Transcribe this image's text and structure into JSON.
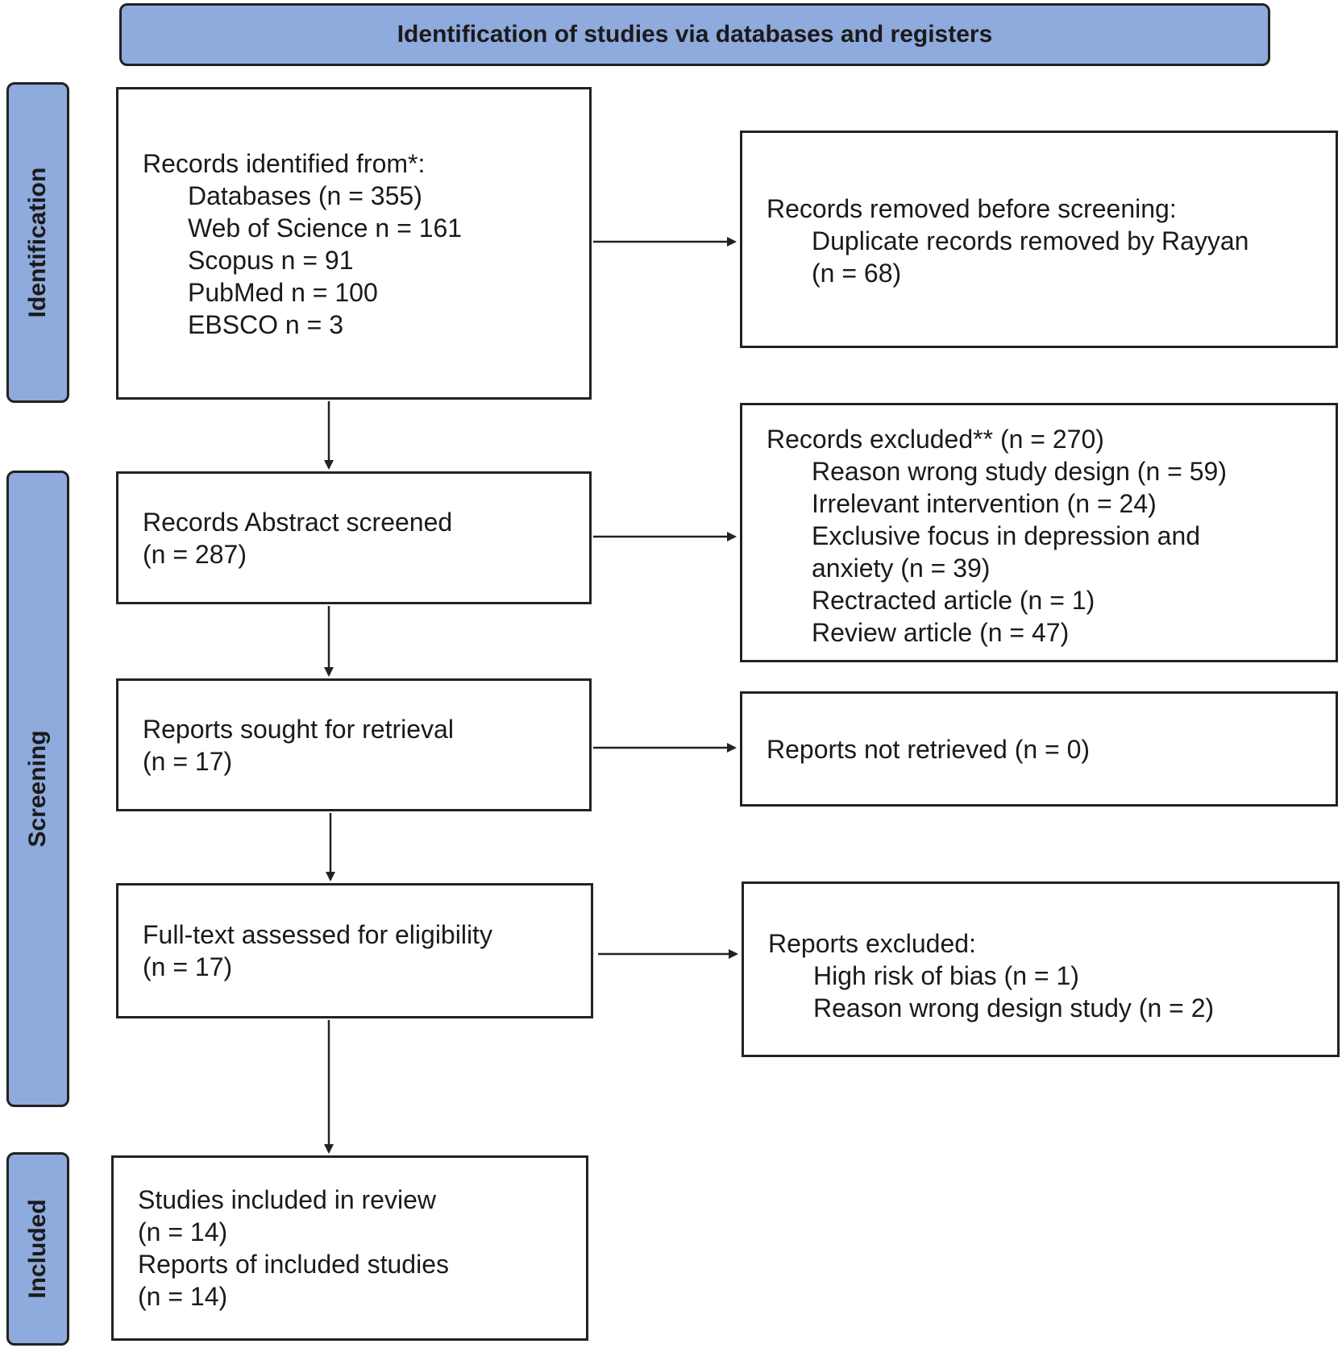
{
  "header": {
    "title": "Identification of studies via databases and registers"
  },
  "phases": {
    "identification": "Identification",
    "screening": "Screening",
    "included": "Included"
  },
  "records_identified": {
    "title": "Records identified from*:",
    "lines": [
      "Databases (n = 355)",
      "Web of Science n = 161",
      "Scopus n = 91",
      "PubMed n = 100",
      "EBSCO n = 3"
    ]
  },
  "records_removed": {
    "title": "Records removed before screening:",
    "lines": [
      "Duplicate records removed by Rayyan",
      "(n = 68)"
    ]
  },
  "abstract_screened": {
    "lines": [
      "Records Abstract screened",
      "(n = 287)"
    ]
  },
  "records_excluded": {
    "title": "Records excluded** (n = 270)",
    "lines": [
      "Reason wrong study design (n = 59)",
      "Irrelevant intervention (n = 24)",
      "Exclusive focus in depression and",
      "anxiety (n = 39)",
      "Rectracted article (n = 1)",
      "Review article (n = 47)"
    ]
  },
  "sought_retrieval": {
    "lines": [
      "Reports sought for retrieval",
      "(n = 17)"
    ]
  },
  "not_retrieved": {
    "lines": [
      "Reports not retrieved (n = 0)"
    ]
  },
  "full_text": {
    "lines": [
      "Full-text assessed for eligibility",
      "(n = 17)"
    ]
  },
  "reports_excluded": {
    "title": "Reports excluded:",
    "lines": [
      "High risk of bias (n = 1)",
      "Reason wrong design study (n = 2)"
    ]
  },
  "included": {
    "lines": [
      "Studies included in review",
      "(n = 14)",
      "Reports of included studies",
      "(n = 14)"
    ]
  }
}
